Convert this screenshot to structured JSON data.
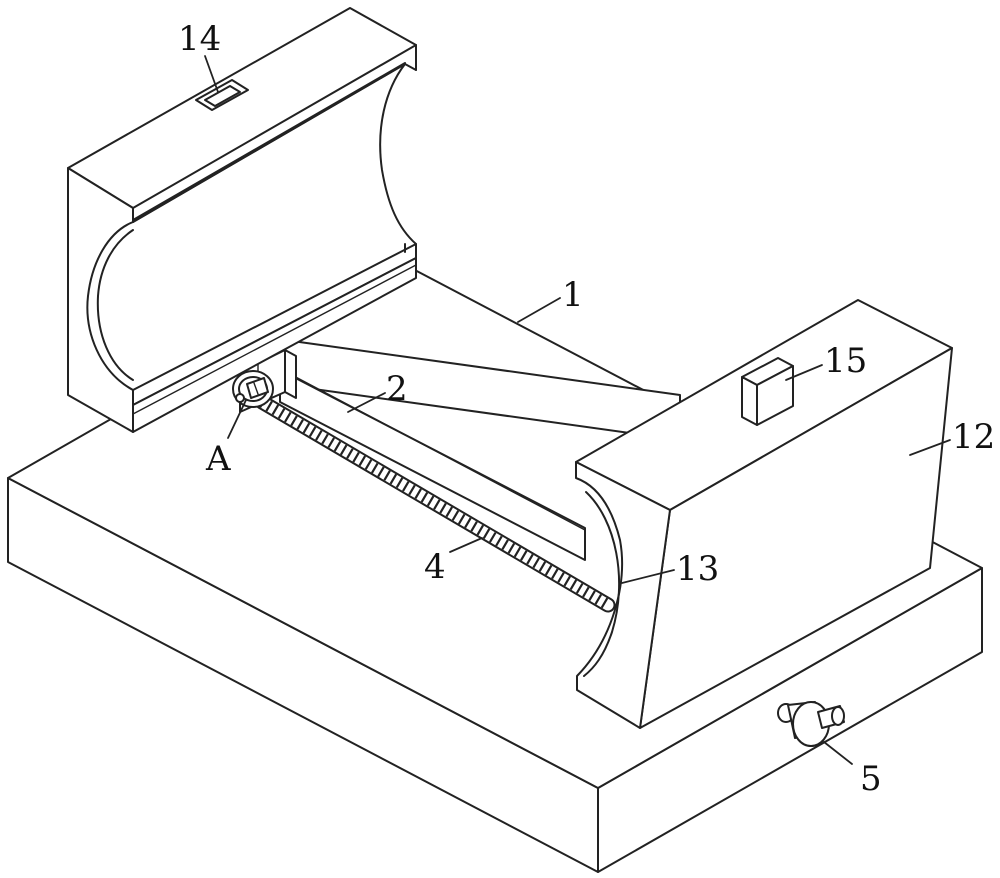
{
  "labels": {
    "l1": "1",
    "l2": "2",
    "l4": "4",
    "l5": "5",
    "l12": "12",
    "l13": "13",
    "l14": "14",
    "l15": "15",
    "lA": "A"
  }
}
